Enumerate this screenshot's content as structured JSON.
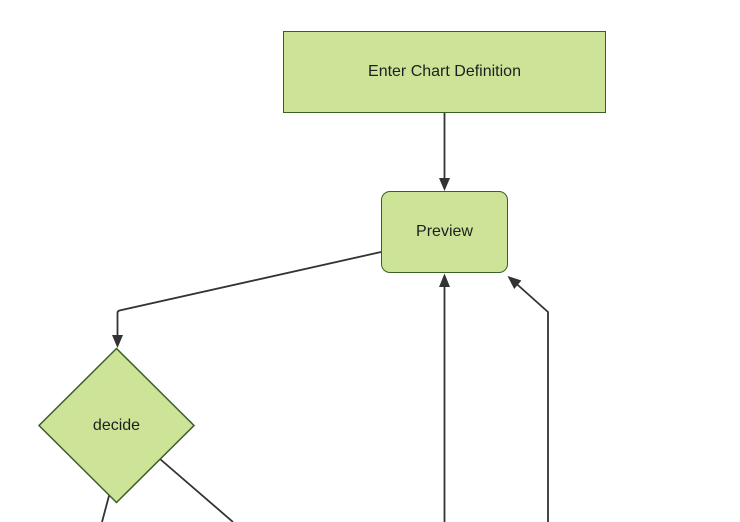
{
  "diagram": {
    "type": "flowchart",
    "theme": {
      "background": "#ffffff",
      "node_fill": "#cde498",
      "node_border": "#3a5f23",
      "edge_color": "#333333",
      "text_color": "#1f1f1f"
    },
    "nodes": [
      {
        "id": "enter-chart-definition",
        "shape": "rectangle",
        "label": "Enter Chart Definition"
      },
      {
        "id": "preview",
        "shape": "rounded-rectangle",
        "label": "Preview"
      },
      {
        "id": "decide",
        "shape": "diamond",
        "label": "decide"
      }
    ],
    "edges": [
      {
        "from": "enter-chart-definition",
        "to": "preview",
        "arrow": "down"
      },
      {
        "from": "preview",
        "to": "decide",
        "arrow": "down"
      },
      {
        "from": "offscreen-bottom-1",
        "to": "preview",
        "arrow": "up"
      },
      {
        "from": "offscreen-bottom-2",
        "to": "preview",
        "arrow": "up-left"
      },
      {
        "from": "decide",
        "to": "offscreen-bottom-left",
        "arrow": "none-visible"
      },
      {
        "from": "decide",
        "to": "offscreen-bottom-right",
        "arrow": "none-visible"
      }
    ]
  }
}
